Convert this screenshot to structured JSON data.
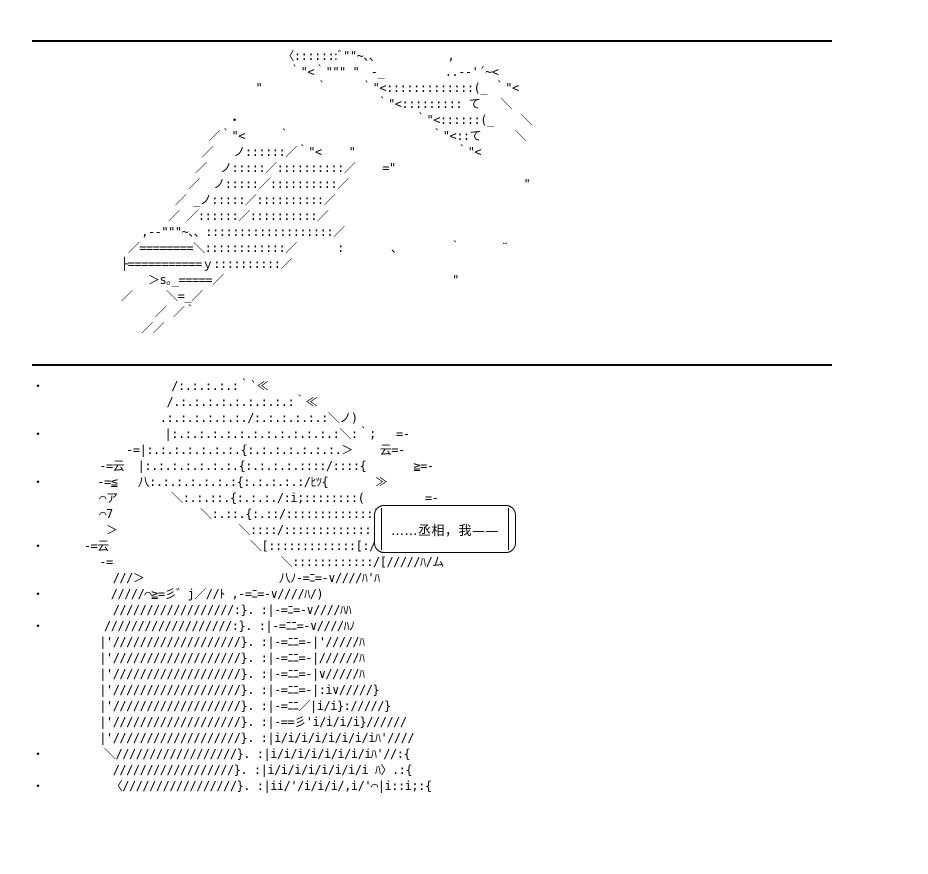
{
  "panels": [
    {
      "art": "                                          〈:::::::ﾞ\"\"~、、          ,\n                                           ｀\"<｀\"\"\" \"　-_         ..‐‐'´~<\n                                      \"        ｀     ｀\"<:::::::::::::(_ ｀\"<\n                                                        ｀\"<::::::::: て   ＼\n                                  ・                          ｀\"<::::::(_    ＼\n                               ／｀\"<     ｀                     ｀\"<::て     ＼\n                              ／   ノ::::::／｀\"<    \"               ｀\"<\n                             ／  ノ:::::／::::::::::／    =\"\n                            ／  ノ:::::／::::::::::／                          \"\n                          ／ _ノ:::::／::::::::::／\n                         ／ ／::::::／::::::::::／\n                     ,-‐\"\"\"~、、:::::::::::::::::::／\n                   ／========＼::::::::::::／      :       、       ｀      ¨\n                  ├===========ｙ::::::::::／\n                      ＞s｡_=====／                                  \"\n                  ／     ＼=_／\n                       ／ ／｀\n                     ／／"
    },
    {
      "art": "・                   /:.:.:.:.:｀`≪\n                    /.:.:.:.:.:.:.:.:.:｀≪\n                   .:.:.:.:.:.:./:.:.:.:.:.:＼ノ)\n・                  |:.:.:.:.:.:.:.:.:.:.:.:.:＼:｀;   =-\n              ‐=|:.:.:.:.:.:.:.{:.:.:.:.:.:.:.＞    云=-\n          ‐=云  |:.:.:.:.:.:.:.{:.:.:.:.::::/::::{       ≧=-\n・        ‐=≦   八:.:.:.:.:.:.:{:.:.:.:.:/ﾋﾂ{       ≫\n          ⌒ア        ＼:.:.::.{:.:.:./:i;::::::::(         =-\n          ⌒7             ＼:.::.{:.::/:::::::::::::)   ＜_\n           ＞                  ＼::::/::::::::::::::/〉Y⌒       乂\n・      ‐=云                     ＼[:::::::::::::[:/ア/ ﾊ＼\n          ‐=                         ＼::::::::::::/[/////ﾊ/ム\n            ///＞                    八ﾉ-=ﾆ=-∨////ﾊ'ﾊ\n・          /////⌒≧=彡゛j／//ﾄ ,-=ﾆ=-∨////ﾊ/)\n            //////////////////:}. :|-=ﾆ=-∨////ﾊﾊ\n・         ///////////////////:}. :|-=ﾆﾆ=-∨////ﾊﾉ\n          |'///////////////////}. :|-=ﾆﾆ=-|'/////ﾊ\n          |'///////////////////}. :|-=ﾆﾆ=-|//////ﾊ\n          |'///////////////////}. :|-=ﾆﾆ=-|∨/////ﾊ\n          |'///////////////////}. :|-=ﾆﾆ=-|:i∨/////}\n          |'///////////////////}. :|-=ﾆﾆ／|i/i}://///}\n          |'///////////////////}. :|-==彡'i/i/i/i}//////\n          |'///////////////////}. :|i/i/i/i/i/i/i/iﾊ'////\n・         ＼//////////////////}. :|i/i/i/i/i/i/i/iﾊ'//:{\n            //////////////////}. :|i/i/i/i/i/i/i/i ﾊ〉.:{\n・          〈/////////////////}. :|ii/'/i/i/i/,i/'⌒|i::i;:{",
      "speech": "……丞相，我——"
    }
  ],
  "colors": {
    "background": "#ffffff",
    "ink": "#000000"
  }
}
